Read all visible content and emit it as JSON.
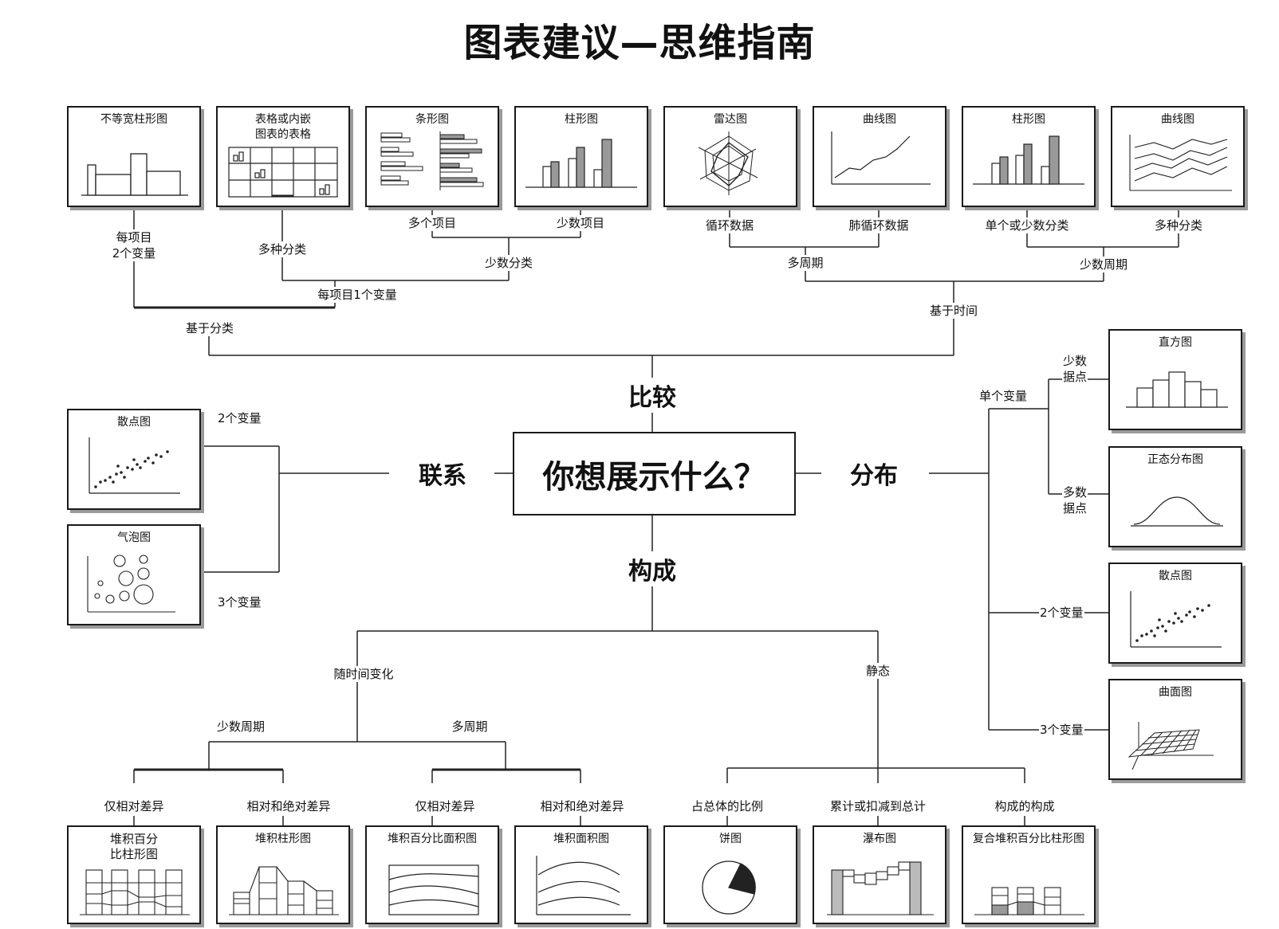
{
  "title": "图表建议—思维指南",
  "center_question": "你想展示什么？",
  "categories": {
    "comparison": "比较",
    "relationship": "联系",
    "distribution": "分布",
    "composition": "构成"
  },
  "comparison": {
    "by_category": "基于分类",
    "by_time": "基于时间",
    "two_vars_per_item": "每项目\n2个变量",
    "one_var_per_item": "每项目1个变量",
    "many_categories": "多种分类",
    "few_categories": "少数分类",
    "many_items": "多个项目",
    "few_items": "少数项目",
    "many_periods": "多周期",
    "few_periods": "少数周期",
    "cyclic": "循环数据",
    "non_cyclic": "肺循环数据",
    "single_or_few": "单个或少数分类",
    "multi_category": "多种分类",
    "charts": {
      "variable_width": "不等宽柱形图",
      "table_embedded": "表格或内嵌\n图表的表格",
      "bar": "条形图",
      "column": "柱形图",
      "radar": "雷达图",
      "line": "曲线图",
      "column2": "柱形图",
      "line2": "曲线图"
    }
  },
  "relationship": {
    "two_vars": "2个变量",
    "three_vars": "3个变量",
    "charts": {
      "scatter": "散点图",
      "bubble": "气泡图"
    }
  },
  "distribution": {
    "single_var": "单个变量",
    "few_points": "少数\n据点",
    "many_points": "多数\n据点",
    "two_vars": "2个变量",
    "three_vars": "3个变量",
    "charts": {
      "histogram": "直方图",
      "normal": "正态分布图",
      "scatter": "散点图",
      "surface": "曲面图"
    }
  },
  "composition": {
    "over_time": "随时间变化",
    "static": "静态",
    "few_periods": "少数周期",
    "many_periods": "多周期",
    "relative_only_1": "仅相对差异",
    "rel_abs_1": "相对和绝对差异",
    "relative_only_2": "仅相对差异",
    "rel_abs_2": "相对和绝对差异",
    "share_of_total": "占总体的比例",
    "accumulate": "累计或扣减到总计",
    "components": "构成的构成",
    "charts": {
      "stacked_pct_column": "堆积百分\n比柱形图",
      "stacked_column": "堆积柱形图",
      "stacked_pct_area": "堆积百分比面积图",
      "stacked_area": "堆积面积图",
      "pie": "饼图",
      "waterfall": "瀑布图",
      "composite_stacked": "复合堆积百分比柱形图"
    }
  }
}
